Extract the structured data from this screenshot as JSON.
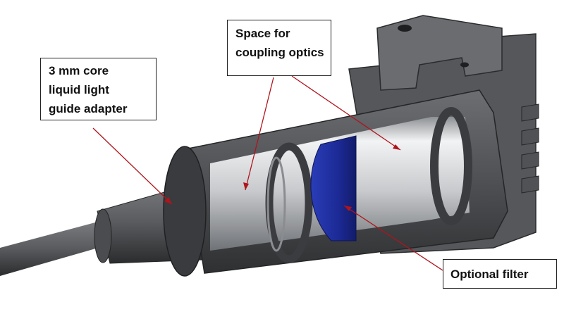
{
  "colors": {
    "housing": "#5b5d60",
    "housing_dark": "#2e2f31",
    "bore": "#d8dadc",
    "filter": "#1f2f9c",
    "leader": "#b0141c"
  },
  "callouts": {
    "adapter": {
      "lines": [
        "3 mm core",
        "liquid light",
        "guide adapter"
      ]
    },
    "optics": {
      "lines": [
        "Space for",
        "coupling optics"
      ]
    },
    "filter": {
      "lines": [
        "Optional filter"
      ]
    }
  }
}
